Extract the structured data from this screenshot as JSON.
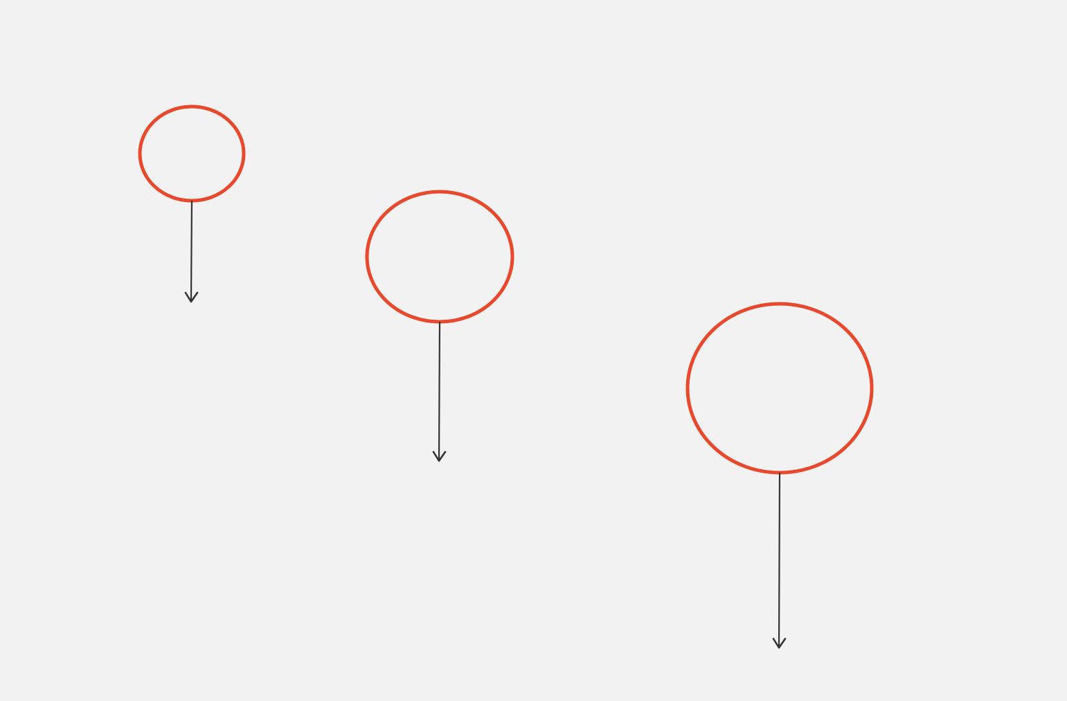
{
  "diagram": {
    "background": "#f2f2f2",
    "shape_color": "#e8482b",
    "arrow_color": "#333333",
    "elements": [
      {
        "shape": "ellipse",
        "label": "",
        "connector": "arrow-down"
      },
      {
        "shape": "ellipse",
        "label": "",
        "connector": "arrow-down"
      },
      {
        "shape": "ellipse",
        "label": "",
        "connector": "arrow-down"
      }
    ]
  }
}
